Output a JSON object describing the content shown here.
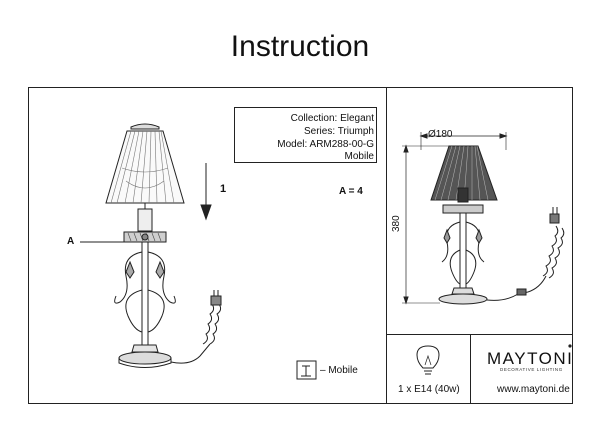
{
  "title": "Instruction",
  "info": {
    "collection": "Collection: Elegant",
    "series": "Series: Triumph",
    "model": "Model: ARM288-00-G",
    "variant": "Mobile"
  },
  "step_number": "1",
  "quantity": "A = 4",
  "part_label": "A",
  "legend_text": "– Mobile",
  "legend_icon": "t",
  "dims": {
    "width": "Ø180",
    "height": "380"
  },
  "bulb": "1 x E14 (40w)",
  "brand": {
    "name": "MAYTONI",
    "sub": "DECORATIVE LIGHTING",
    "url": "www.maytoni.de"
  }
}
